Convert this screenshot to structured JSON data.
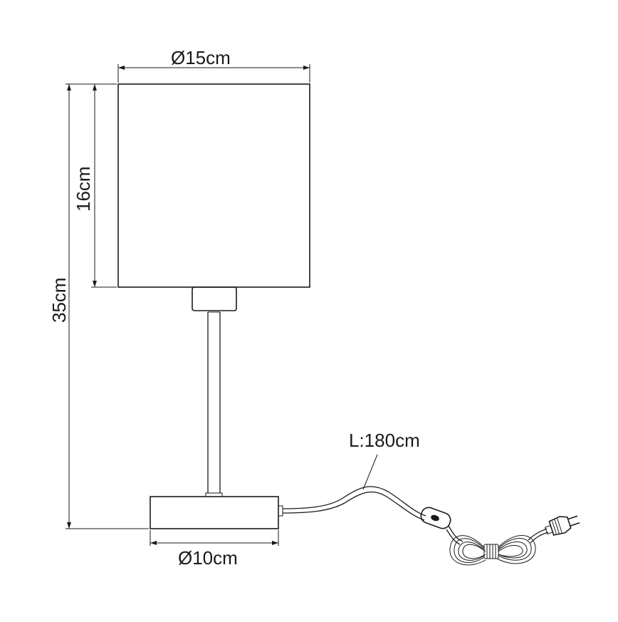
{
  "dimensions": {
    "shade_diameter": "Ø15cm",
    "shade_height": "16cm",
    "total_height": "35cm",
    "base_diameter": "Ø10cm",
    "cable_length": "L:180cm"
  }
}
